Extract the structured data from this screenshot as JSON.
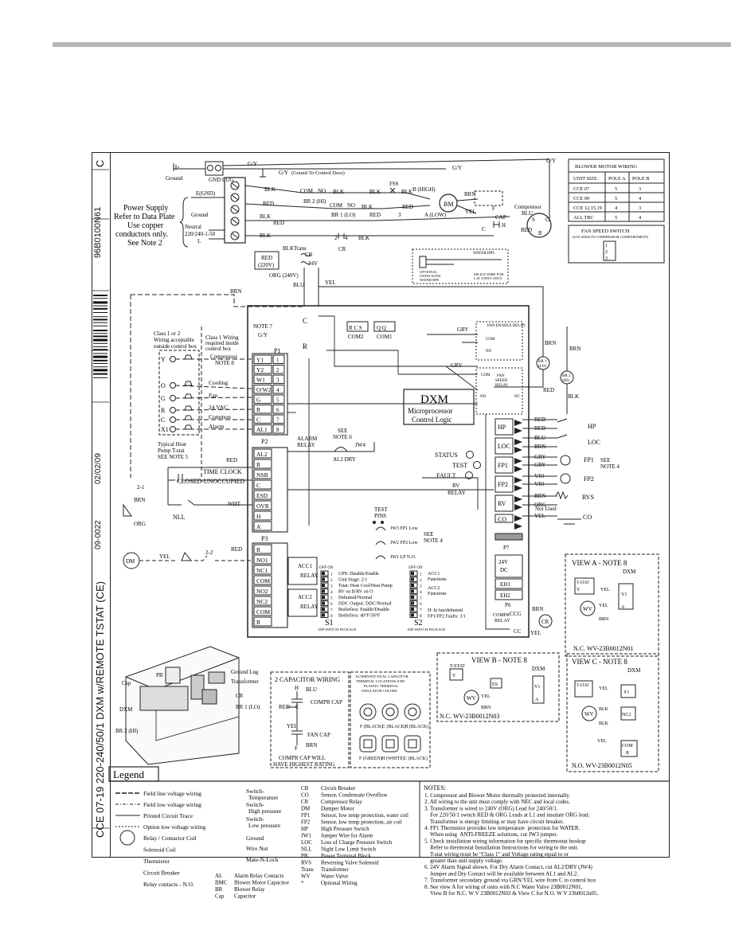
{
  "title_block": {
    "title": "CCE 07-19 220-240/50/1 DXM w/REMOTE TSTAT (CE)",
    "rev": "C",
    "drawing_no": "96B0100N61",
    "ecn": "09-0022",
    "date": "02/02/09"
  },
  "power": {
    "supply_lines": [
      "Power Supply",
      "Refer to Data Plate",
      "Use copper",
      "conductors only.",
      "See Note 2"
    ],
    "ground": "Ground",
    "gnd_lug": "GND LUG",
    "neutral": "Neutral",
    "voltage": "220/240-1-50",
    "l_label": "L",
    "e_gnd": "E(GND)",
    "ground_to_door": "(Gound To Control Door)"
  },
  "wires": {
    "gy": "G/Y",
    "blk": "BLK",
    "red": "RED",
    "blu": "BLU",
    "yel": "YEL",
    "brn": "BRN",
    "org": "ORG",
    "org240": "ORG (240V)",
    "red220": "RED (220V)",
    "gry": "GRY",
    "vio": "VIO",
    "wht": "WHT"
  },
  "components": {
    "br2_hi": "BR 2 (HI)",
    "br1_lo": "BR 1 (LO)",
    "com": "COM",
    "no": "NO",
    "fss": "FSS",
    "b_high": "B (HIGH)",
    "a_low": "A (LOW)",
    "bm": "BM",
    "cap": "CAP",
    "compressor": "Compressor",
    "trans": "Trans",
    "cb": "CB",
    "v24": "24V",
    "cr": "CR",
    "water_hps": "WATER HPS",
    "optional_units": [
      "OPTIONAL",
      "UNITS WITH",
      "WATER HPS"
    ],
    "splice_wire": [
      "SPLICE WIRE FOR",
      "L.H. UNITS ONLY"
    ]
  },
  "blower_table": {
    "title": "BLOWER MOTOR WIRING",
    "headers": [
      "UNIT SIZE",
      "POLE A",
      "POLE B"
    ],
    "rows": [
      [
        "CCE 07",
        "5",
        "3"
      ],
      [
        "CCE 09",
        "5",
        "4"
      ],
      [
        "CCE 12,15,19",
        "4",
        "3"
      ],
      [
        "ALL TRC",
        "5",
        "4"
      ]
    ]
  },
  "fan_speed_switch": {
    "title": "FAN SPEED SWITCH",
    "subtitle": "(LOCATED IN COMPRESSOR COMPARTMENT)",
    "positions": [
      "1",
      "2",
      "3"
    ]
  },
  "dxm": {
    "name": "DXM",
    "sub1": "Microprocessor",
    "sub2": "Control Logic",
    "note7": "NOTE 7",
    "com1": "COM1",
    "com2": "COM2",
    "p1": "P1",
    "p2": "P2",
    "p3": "P3",
    "p6": "P6",
    "p7": "P7",
    "p1_terms": [
      "Y1",
      "Y2",
      "W1",
      "O/W2",
      "G",
      "R",
      "C",
      "AL1"
    ],
    "p1_nums": [
      "1",
      "2",
      "3",
      "4",
      "5",
      "6",
      "7",
      "8"
    ],
    "p2_terms": [
      "AL2",
      "R",
      "NSB",
      "C",
      "ESD",
      "OVR",
      "H",
      "A"
    ],
    "p3_terms": [
      "R",
      "NO1",
      "NC1",
      "COM",
      "NO2",
      "NC2",
      "COM",
      "R"
    ],
    "right_terms": [
      "HP",
      "LOC",
      "FP1",
      "FP2",
      "RV",
      "CO"
    ],
    "status": "STATUS",
    "test": "TEST",
    "fault": "FAULT",
    "test_pins": [
      "TEST",
      "PINS"
    ],
    "jw3": "JW3 FP1 Low",
    "jw2": "JW2 FP2 Low",
    "jw1": "JW1 LP N.O.",
    "see_note4": "SEE NOTE 4",
    "see_note6": "SEE NOTE 6",
    "jw4": "JW4",
    "al2dry": "AL2 DRY",
    "alarm_relay": "ALARM RELAY",
    "acc1": "ACC1",
    "acc2": "ACC2",
    "relay": "RELAY",
    "fan_enable": "FAN ENABLE RELAY",
    "fan_speed_relay": "FAN SPEED RELAY",
    "rv_relay": "RV RELAY",
    "compr_relay": "COMPR RELAY",
    "v24dc": "24V DC",
    "eh1": "EH1",
    "eh2": "EH2",
    "ccg": "CCG",
    "cc": "CC",
    "s1": "S1",
    "s2": "S2",
    "dip": "DIP SWITCH PACKAGE",
    "s1_items": [
      "UPS: Disable/Enable",
      "Unit Stage: 2/1",
      "Tstat: Heat Cool/Heat Pump",
      "RV on B/RV on O",
      "Dehumid/Normal",
      "DDC Output: DDC/Normal",
      "Boilerless: Enable/Disable",
      "Boilerless: 40°F/50°F"
    ],
    "s2_items": [
      "ACC1 Functions",
      "ACC2 Functions",
      "H: hi fan/dehumid",
      "FP1/FP2 Faults: 3/1"
    ],
    "off_on": "OFF ON"
  },
  "thermostat": {
    "class_note": [
      "Class 1 or 2",
      "Wiring acceptable",
      "outside control box"
    ],
    "class1_note": [
      "Class 1 Wiring",
      "required inside",
      "control box"
    ],
    "compressor": "Compressor",
    "note8": "NOTE 8",
    "rows": [
      "Y",
      "O",
      "G",
      "R",
      "C",
      "X1"
    ],
    "labels": [
      "Cooling",
      "Fan",
      "24 VAC",
      "Common",
      "Alarm"
    ],
    "typical": [
      "Typical Heat",
      "Pump T-stat",
      "SEE NOTE 5"
    ],
    "time_clock": "TIME CLOCK",
    "closed_unocc": "CLOSED-UNOCCUPIED",
    "nll": "NLL",
    "dm": "DM",
    "v21": "2-1"
  },
  "right_side": {
    "hp": "HP",
    "loc": "LOC",
    "fp1": "FP1",
    "fp2": "FP2",
    "rvs": "RVS",
    "co": "CO",
    "see_note4": [
      "SEE",
      "NOTE 4"
    ],
    "not_used": "Not Used",
    "br1": "BR 1 (LO)",
    "br2": "BR 2 (HI)"
  },
  "views": {
    "a": {
      "title": "VIEW A - NOTE 8",
      "model": "N.C. WV-23B0012N01"
    },
    "b": {
      "title": "VIEW B - NOTE 8",
      "model": "N.C. WV-23B0012N03"
    },
    "c": {
      "title": "VIEW C - NOTE 8",
      "model": "N.O. WV-23B0012N05"
    },
    "tstat": "T-STAT",
    "dxm": "DXM",
    "wv": "WV",
    "es": "ES"
  },
  "cap_wiring": {
    "title": "2 CAPACITOR WIRING",
    "labels": [
      "COMPR CAP",
      "FAN CAP"
    ],
    "footer": [
      "COMPR CAP WILL",
      "HAVE HIGHEST RATING"
    ],
    "h": "H",
    "c": "C",
    "f": "F"
  },
  "alt_cap": {
    "title": [
      "ALTERNATE DUAL CAPACITOR",
      "TERMINAL LOCATIONS AND",
      "PLASTIC TERMINAL",
      "INSULATOR COLORS"
    ],
    "row1": [
      "F (BLACK)",
      "C (BLACK)",
      "H (BLACK)"
    ],
    "row2": [
      "F (GREEN)",
      "H (WHITE)",
      "C (BLACK)"
    ]
  },
  "unit_drawing": {
    "pb": "PB",
    "cap": "Cap",
    "ground_lug": "Ground Lug",
    "transformer": "Transformer",
    "cr": "CR",
    "br1": "BR 1 (LO)",
    "dxm": "DXM",
    "br2": "BR 2 (HI)"
  },
  "legend": {
    "title": "Legend",
    "lines": [
      "Field line voltage wiring",
      "Field low voltage wiring",
      "Printed Circuit Trace",
      "Option low voltage wiring",
      "Relay / Contactor Coil",
      "Solenoid Coil",
      "Thermistor",
      "Circuit Breaker",
      "Relay contacts - N.O."
    ],
    "switches": [
      "Switch- Temperature",
      "Switch- High pressure",
      "Switch- Low pressure",
      "Ground",
      "Wire Nut",
      "Mate-N-Lock"
    ],
    "abbrev": [
      [
        "AL",
        "Alarm Relay Contacts"
      ],
      [
        "BMC",
        "Blower Motor Capacitor"
      ],
      [
        "BR",
        "Blower Relay"
      ],
      [
        "Cap",
        "Capacitor"
      ]
    ],
    "codes": [
      [
        "CB",
        "Circuit Breaker"
      ],
      [
        "CO",
        "Sensor, Condensate Overflow"
      ],
      [
        "CR",
        "Compressor Relay"
      ],
      [
        "DM",
        "Damper Motor"
      ],
      [
        "FP1",
        "Sensor, low temp protection, water coil"
      ],
      [
        "FP2",
        "Sensor, low temp protection, air coil"
      ],
      [
        "HP",
        "High Pressure Switch"
      ],
      [
        "JW1",
        "Jumper Wire for Alarm"
      ],
      [
        "LOC",
        "Loss of Charge Pressure Switch"
      ],
      [
        "NLL",
        "Night Low Limit Switch"
      ],
      [
        "PB",
        "Power Terminal Block"
      ],
      [
        "RVS",
        "Reversing Valve Solenoid"
      ],
      [
        "Trans",
        "Transformer"
      ],
      [
        "WV",
        "Water Valve"
      ],
      [
        "*",
        "Optional Wiring"
      ]
    ]
  },
  "notes": {
    "title": "NOTES:",
    "lines": [
      "1. Compressor and Blower Motor thermally protected internally.",
      "2. All wiring to the unit must comply with NEC and local codes.",
      "3. Transformer is wired to 240V (ORG) Lead for 240/50/1.",
      "    For 220/50/1 switch RED & ORG Leads at L1 and insulate ORG lead.",
      "    Transformer is energy limiting or may have circuit breaker.",
      "4. FP1 Thermistor provides low temperature  protection for WATER.",
      "    When using  ANTI-FREEZE solutions, cut JW3 jumper.",
      "5. Check installation wiring information for specific thermostat hookup",
      "    Refer to thermostat Installation Instructions for wiring to the unit.",
      "    T-stat wiring must be \"Class 1\" and Voltage rating equal to or",
      "    greater than unit supply voltage.",
      "6. 24V Alarm Signal shown. For Dry Alarm Contact, cut AL2/DRY (JW4)",
      "    Jumper and Dry Contact will be available between AL1 and AL2.",
      "7. Transformer secondary ground via GRN/YEL wire from C to control box",
      "8. See view A for wiring of units with N.C Water Valve 23B0012N01,",
      "    View B for N.C. W V 23B0012N03 & View C for N.O. W V 23b0012n05."
    ]
  }
}
